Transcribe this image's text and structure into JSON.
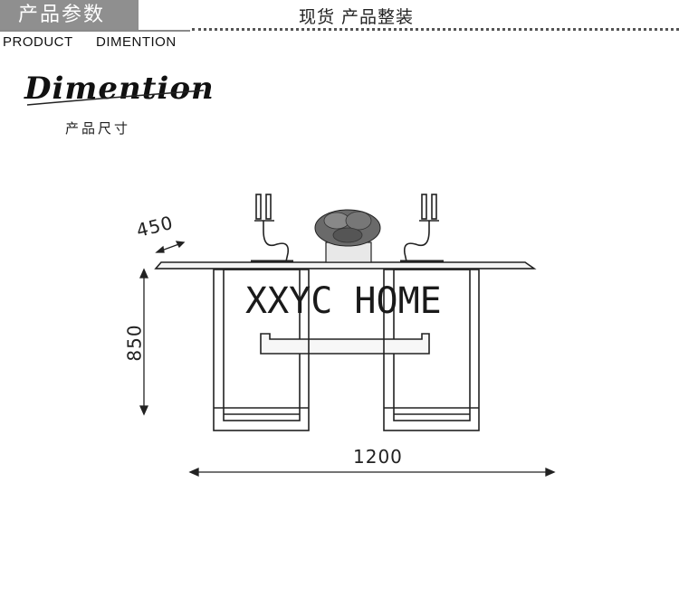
{
  "header": {
    "tag_label": "产品参数",
    "subtitle": "现货 产品整装",
    "sub_labels": [
      "PRODUCT",
      "DIMENTION"
    ]
  },
  "section": {
    "script_title": "Dimention",
    "script_subtitle": "产品尺寸"
  },
  "dimensions": {
    "depth": "450",
    "height": "850",
    "width": "1200"
  },
  "watermark": "XXYC HOME",
  "colors": {
    "tag_bg": "#8f8f8f",
    "line": "#555555"
  }
}
